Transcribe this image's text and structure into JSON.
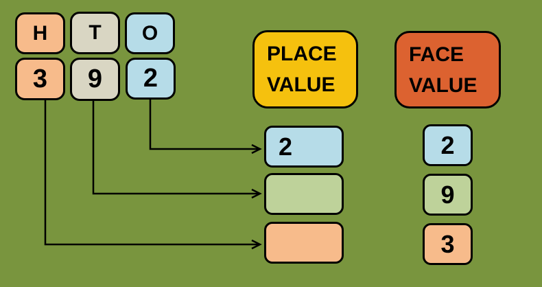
{
  "title": "Place value and face value diagram for the number 392",
  "colors": {
    "background": "#79953E",
    "card_peach": "#F7BB8B",
    "card_beige": "#D9D6C3",
    "card_blue": "#B6DCE8",
    "card_green": "#BED29A",
    "header_place_value": "#F5C10E",
    "header_face_value": "#DC6230",
    "outline_and_text": "#000000"
  },
  "place_columns": [
    {
      "letter": "H",
      "digit": "3"
    },
    {
      "letter": "T",
      "digit": "9"
    },
    {
      "letter": "O",
      "digit": "2"
    }
  ],
  "headers": {
    "place_value": {
      "line1": "PLACE",
      "line2": "VALUE"
    },
    "face_value": {
      "line1": "FACE",
      "line2": "VALUE"
    }
  },
  "place_value_boxes": [
    {
      "value": "2"
    },
    {
      "value": ""
    },
    {
      "value": ""
    }
  ],
  "face_value_boxes": [
    {
      "value": "2"
    },
    {
      "value": "9"
    },
    {
      "value": "3"
    }
  ]
}
